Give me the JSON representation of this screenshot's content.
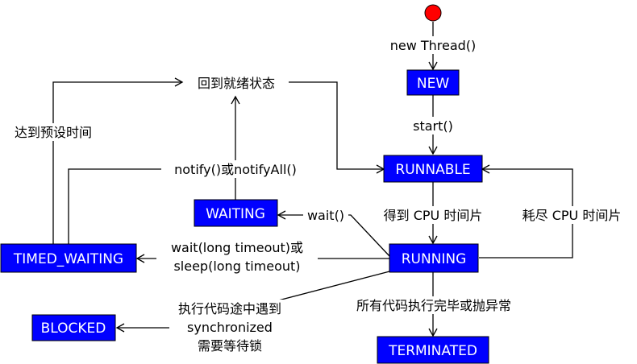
{
  "states": {
    "new": "NEW",
    "runnable": "RUNNABLE",
    "waiting": "WAITING",
    "running": "RUNNING",
    "timed_waiting": "TIMED_WAITING",
    "blocked": "BLOCKED",
    "terminated": "TERMINATED"
  },
  "labels": {
    "new_thread": "new Thread()",
    "start": "start()",
    "return_ready": "回到就绪状态",
    "timeout_reached": "达到预设时间",
    "notify": "notify()或notifyAll()",
    "wait": "wait()",
    "get_cpu": "得到 CPU 时间片",
    "cpu_exhausted": "耗尽 CPU 时间片",
    "wait_long": "wait(long timeout)或",
    "sleep_long": "sleep(long timeout)",
    "sync_line1": "执行代码途中遇到",
    "sync_line2": "synchronized",
    "sync_line3": "需要等待锁",
    "all_done": "所有代码执行完毕或抛异常"
  },
  "colors": {
    "state_fill": "#0000ff",
    "start_node": "#ff0000"
  }
}
